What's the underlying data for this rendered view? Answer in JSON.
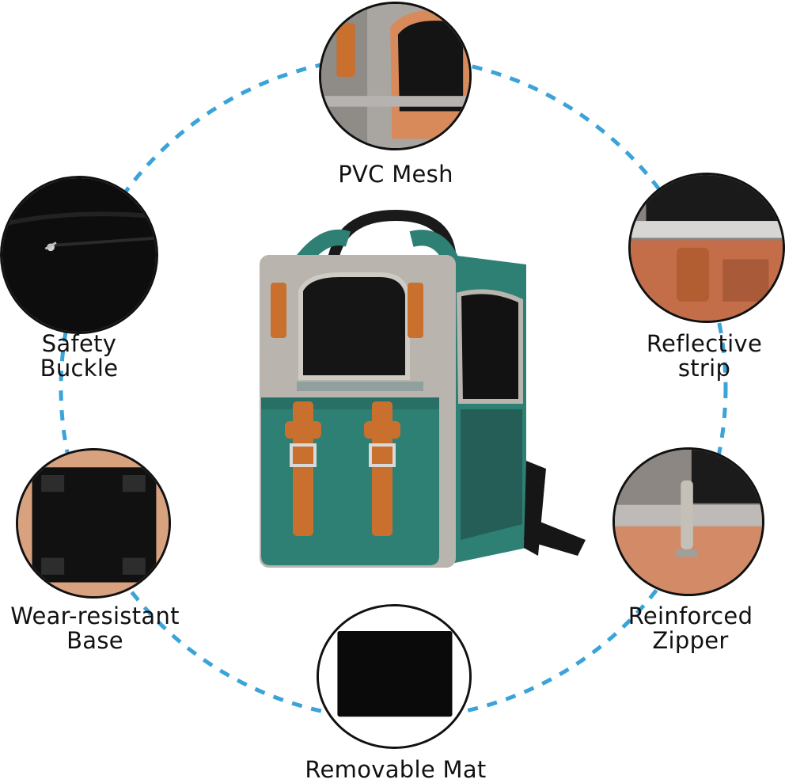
{
  "features": {
    "pvc_mesh": {
      "label": "PVC Mesh"
    },
    "safety_buckle": {
      "line1": "Safety",
      "line2": "Buckle"
    },
    "reflective_strip": {
      "line1": "Reflective",
      "line2": "strip"
    },
    "wear_resistant_base": {
      "line1": "Wear-resistant",
      "line2": "Base"
    },
    "reinforced_zipper": {
      "line1": "Reinforced",
      "line2": "Zipper"
    },
    "removable_mat": {
      "label": "Removable Mat"
    }
  },
  "colors": {
    "ring_dash": "#3aa3d8",
    "teal": "#2e7f74",
    "grey_fabric": "#b9b4ae",
    "leather": "#c9702e",
    "mesh": "#151515",
    "orange_lining": "#d98a5b"
  }
}
